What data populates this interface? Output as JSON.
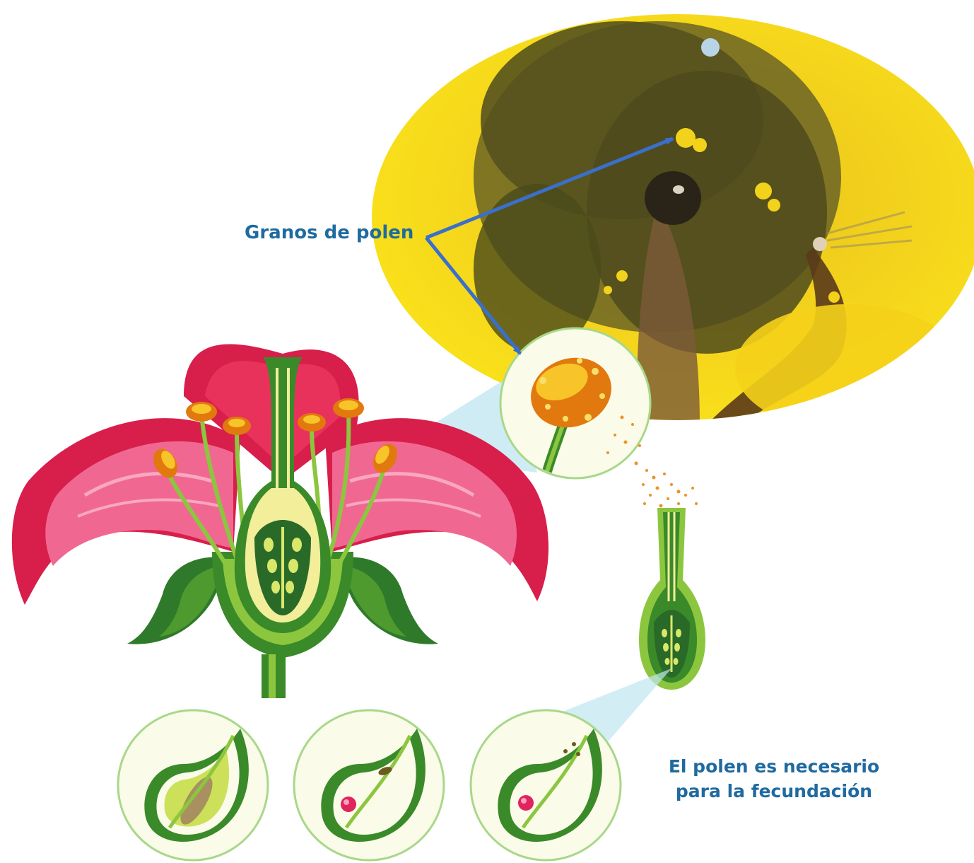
{
  "labels": {
    "pollen_grains": "Granos de polen",
    "fertilization_line1": "El polen es necesario",
    "fertilization_line2": "para la fecundación"
  },
  "colors": {
    "label_text": "#1f6aa0",
    "arrow": "#3a6fcb",
    "petal_red": "#d81e4a",
    "petal_pink": "#f06892",
    "stem_green": "#3a8a2a",
    "light_green": "#8cc63f",
    "anther_orange": "#f39a1e",
    "photo_yellow": "#f5d21a",
    "zoom_highlight": "#bfe6f0"
  },
  "icons": {
    "flower": "flower-illustration",
    "bee": "bee-closeup-photo",
    "anther_zoom": "anther-zoom-circle",
    "pistil": "pistil-illustration",
    "ovule_stages": [
      "ovule-stage-1",
      "ovule-stage-2",
      "ovule-stage-3"
    ]
  }
}
